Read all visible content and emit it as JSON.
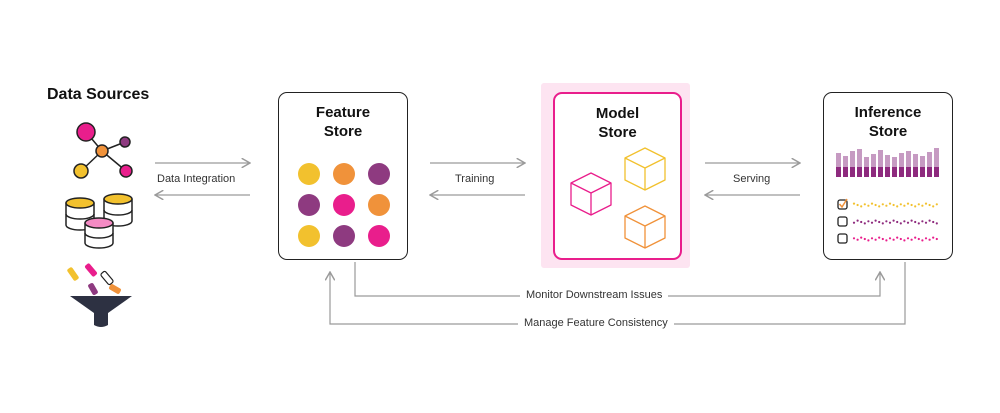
{
  "sources": {
    "title": "Data Sources",
    "icons": [
      "network-graph-icon",
      "database-cylinders-icon",
      "funnel-icon"
    ]
  },
  "feature_store": {
    "title_line1": "Feature",
    "title_line2": "Store",
    "dot_colors": [
      "#f2c12e",
      "#f0923a",
      "#8e3a80",
      "#8e3a80",
      "#e91e8c",
      "#f0923a",
      "#f2c12e",
      "#8e3a80",
      "#e91e8c"
    ]
  },
  "model_store": {
    "title_line1": "Model",
    "title_line2": "Store",
    "highlight_color": "#e91e8c",
    "cube_colors": [
      "#f2c12e",
      "#e91e8c",
      "#f0923a"
    ]
  },
  "inference_store": {
    "title_line1": "Inference",
    "title_line2": "Store",
    "bar_color_light": "#c69ac2",
    "bar_color_dark": "#8e2a7e",
    "row_colors": [
      "#f2c12e",
      "#8e2a7e",
      "#e91e8c"
    ]
  },
  "arrows": {
    "data_integration": "Data Integration",
    "training": "Training",
    "serving": "Serving",
    "monitor": "Monitor Downstream Issues",
    "consistency": "Manage Feature Consistency"
  }
}
